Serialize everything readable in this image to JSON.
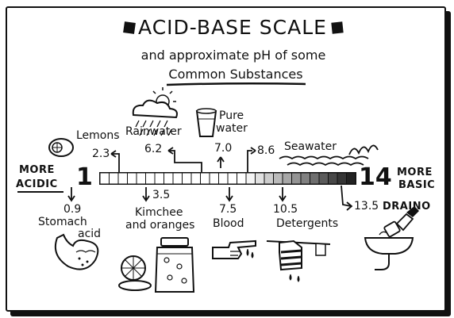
{
  "title": "ACID-BASE SCALE",
  "subtitle_line1": "and approximate pH of some",
  "subtitle_line2": "Common Substances",
  "scale": {
    "min_label": "1",
    "max_label": "14",
    "left_label_1": "MORE",
    "left_label_2": "ACIDIC",
    "right_label_1": "MORE",
    "right_label_2": "BASIC",
    "divisions": 28
  },
  "substances_above": [
    {
      "id": "lemons",
      "name": "Lemons",
      "ph": "2.3",
      "value": 2.3
    },
    {
      "id": "rainwater",
      "name": "Rainwater",
      "ph": "6.2",
      "value": 6.2
    },
    {
      "id": "pure-water",
      "name_line1": "Pure",
      "name_line2": "water",
      "ph": "7.0",
      "value": 7.0
    },
    {
      "id": "seawater",
      "name": "Seawater",
      "ph": "8.6",
      "value": 8.6
    }
  ],
  "substances_below": [
    {
      "id": "stomach-acid",
      "name_line1": "Stomach",
      "name_line2": "acid",
      "ph": "0.9",
      "value": 0.9
    },
    {
      "id": "kimchee",
      "name_line1": "Kimchee",
      "name_line2": "and oranges",
      "ph": "3.5",
      "value": 3.5
    },
    {
      "id": "blood",
      "name": "Blood",
      "ph": "7.5",
      "value": 7.5
    },
    {
      "id": "detergents",
      "name": "Detergents",
      "ph": "10.5",
      "value": 10.5
    },
    {
      "id": "draino",
      "name": "DRAINO",
      "ph": "13.5",
      "value": 13.5
    }
  ],
  "icons": [
    "title-square-icon",
    "lemon-icon",
    "cloud-sun-icon",
    "rain-icon",
    "water-glass-icon",
    "wave-icon",
    "stomach-icon",
    "orange-slice-icon",
    "jar-icon",
    "pointing-hand-icon",
    "laundry-icon",
    "sink-drain-icon"
  ],
  "colors": {
    "ink": "#111111",
    "paper": "#ffffff"
  }
}
